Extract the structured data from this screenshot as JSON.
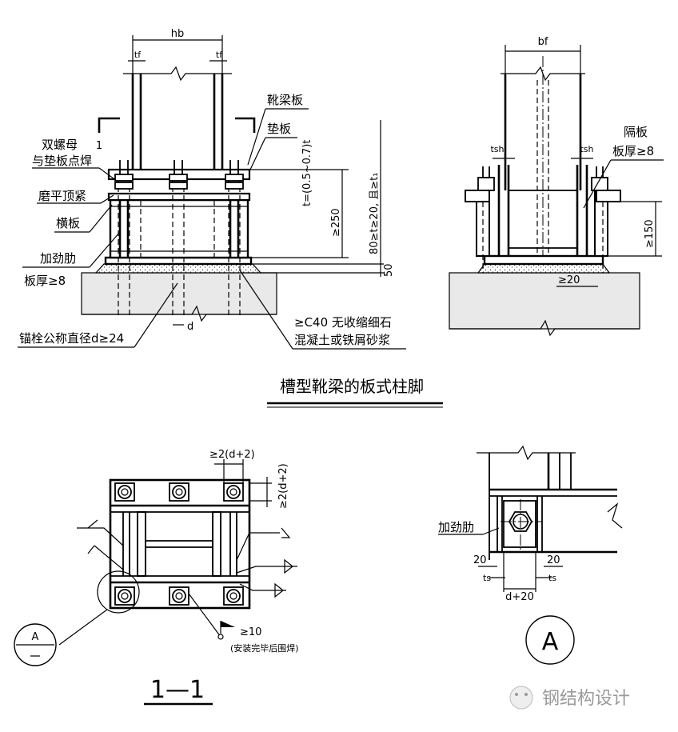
{
  "elevation": {
    "dim_hb": "hb",
    "dim_tf_left": "tf",
    "dim_tf_right": "tf",
    "section_mark": "1",
    "label_boot_plate": "靴梁板",
    "label_shim": "垫板",
    "label_double_nut": "双螺母",
    "label_double_nut_2": "与垫板点焊",
    "label_mill": "磨平顶紧",
    "label_cross_plate": "横板",
    "label_stiffener": "加劲肋",
    "label_stiffener_thk": "板厚≥8",
    "dim_shim_t": "t=(0.5~0.7)t",
    "dim_250": "≥250",
    "dim_t_range": "80≥t≥20, 且≥t₁",
    "dim_50": "50",
    "label_anchor": "锚栓公称直径d≥24",
    "dim_d": "d",
    "label_grout_1": "≥C40 无收缩细石",
    "label_grout_2": "混凝土或铁屑砂浆"
  },
  "side_view": {
    "dim_bf": "bf",
    "dim_tsh_left": "tsh",
    "dim_tsh_right": "tsh",
    "label_diaphragm": "隔板",
    "label_diaphragm_thk": "板厚≥8",
    "dim_150": "≥150",
    "dim_20": "≥20"
  },
  "main_title": "槽型靴梁的板式柱脚",
  "plan": {
    "dim_h": "≥2(d+2)",
    "dim_v": "≥2(d+2)",
    "weld_10": "≥10",
    "weld_note": "(安装完毕后围焊)",
    "callout": "A",
    "title": "1—1"
  },
  "detail": {
    "label_stiffener": "加劲肋",
    "dim_20_left": "20",
    "dim_20_right": "20",
    "dim_ts_left": "ts",
    "dim_ts_right": "ts",
    "dim_d20": "d+20",
    "callout": "A"
  },
  "watermark": "钢结构设计"
}
